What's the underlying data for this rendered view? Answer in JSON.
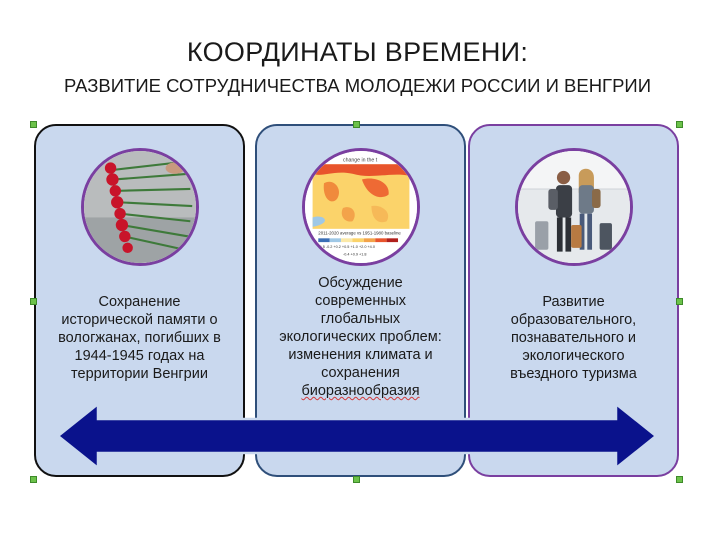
{
  "slide": {
    "title": "КООРДИНАТЫ ВРЕМЕНИ:",
    "subtitle": "РАЗВИТИЕ СОТРУДНИЧЕСТВА МОЛОДЕЖИ РОССИИ И ВЕНГРИИ"
  },
  "panels": [
    {
      "image": "carnations-memorial-photo",
      "lines": [
        "Сохранение",
        "исторической памяти о",
        "вологжанах, погибших в",
        "1944-1945 годах на",
        "территории Венгрии"
      ]
    },
    {
      "image": "climate-change-map",
      "map_header": "change in the t",
      "map_caption": "2011-2020 average vs 1951-1980 baseline",
      "map_scale_1": "-0.5  -0.2  +0.2  +0.5  +1.0  +2.0  +4.0",
      "map_scale_2": "-0.4  +0.9  +1.8",
      "lines": [
        "Обсуждение",
        "современных",
        "глобальных",
        "экологических проблем:",
        "изменения климата и",
        "сохранения"
      ],
      "last_word": "биоразнообразия"
    },
    {
      "image": "travelers-airport-photo",
      "lines": [
        "Развитие",
        "образовательного,",
        "познавательного и",
        "экологического",
        "въездного туризма"
      ]
    }
  ],
  "colors": {
    "panel_fill": "#c9d8ee",
    "arrow_fill": "#0a128c",
    "circle_border": "#7a3fa0"
  }
}
